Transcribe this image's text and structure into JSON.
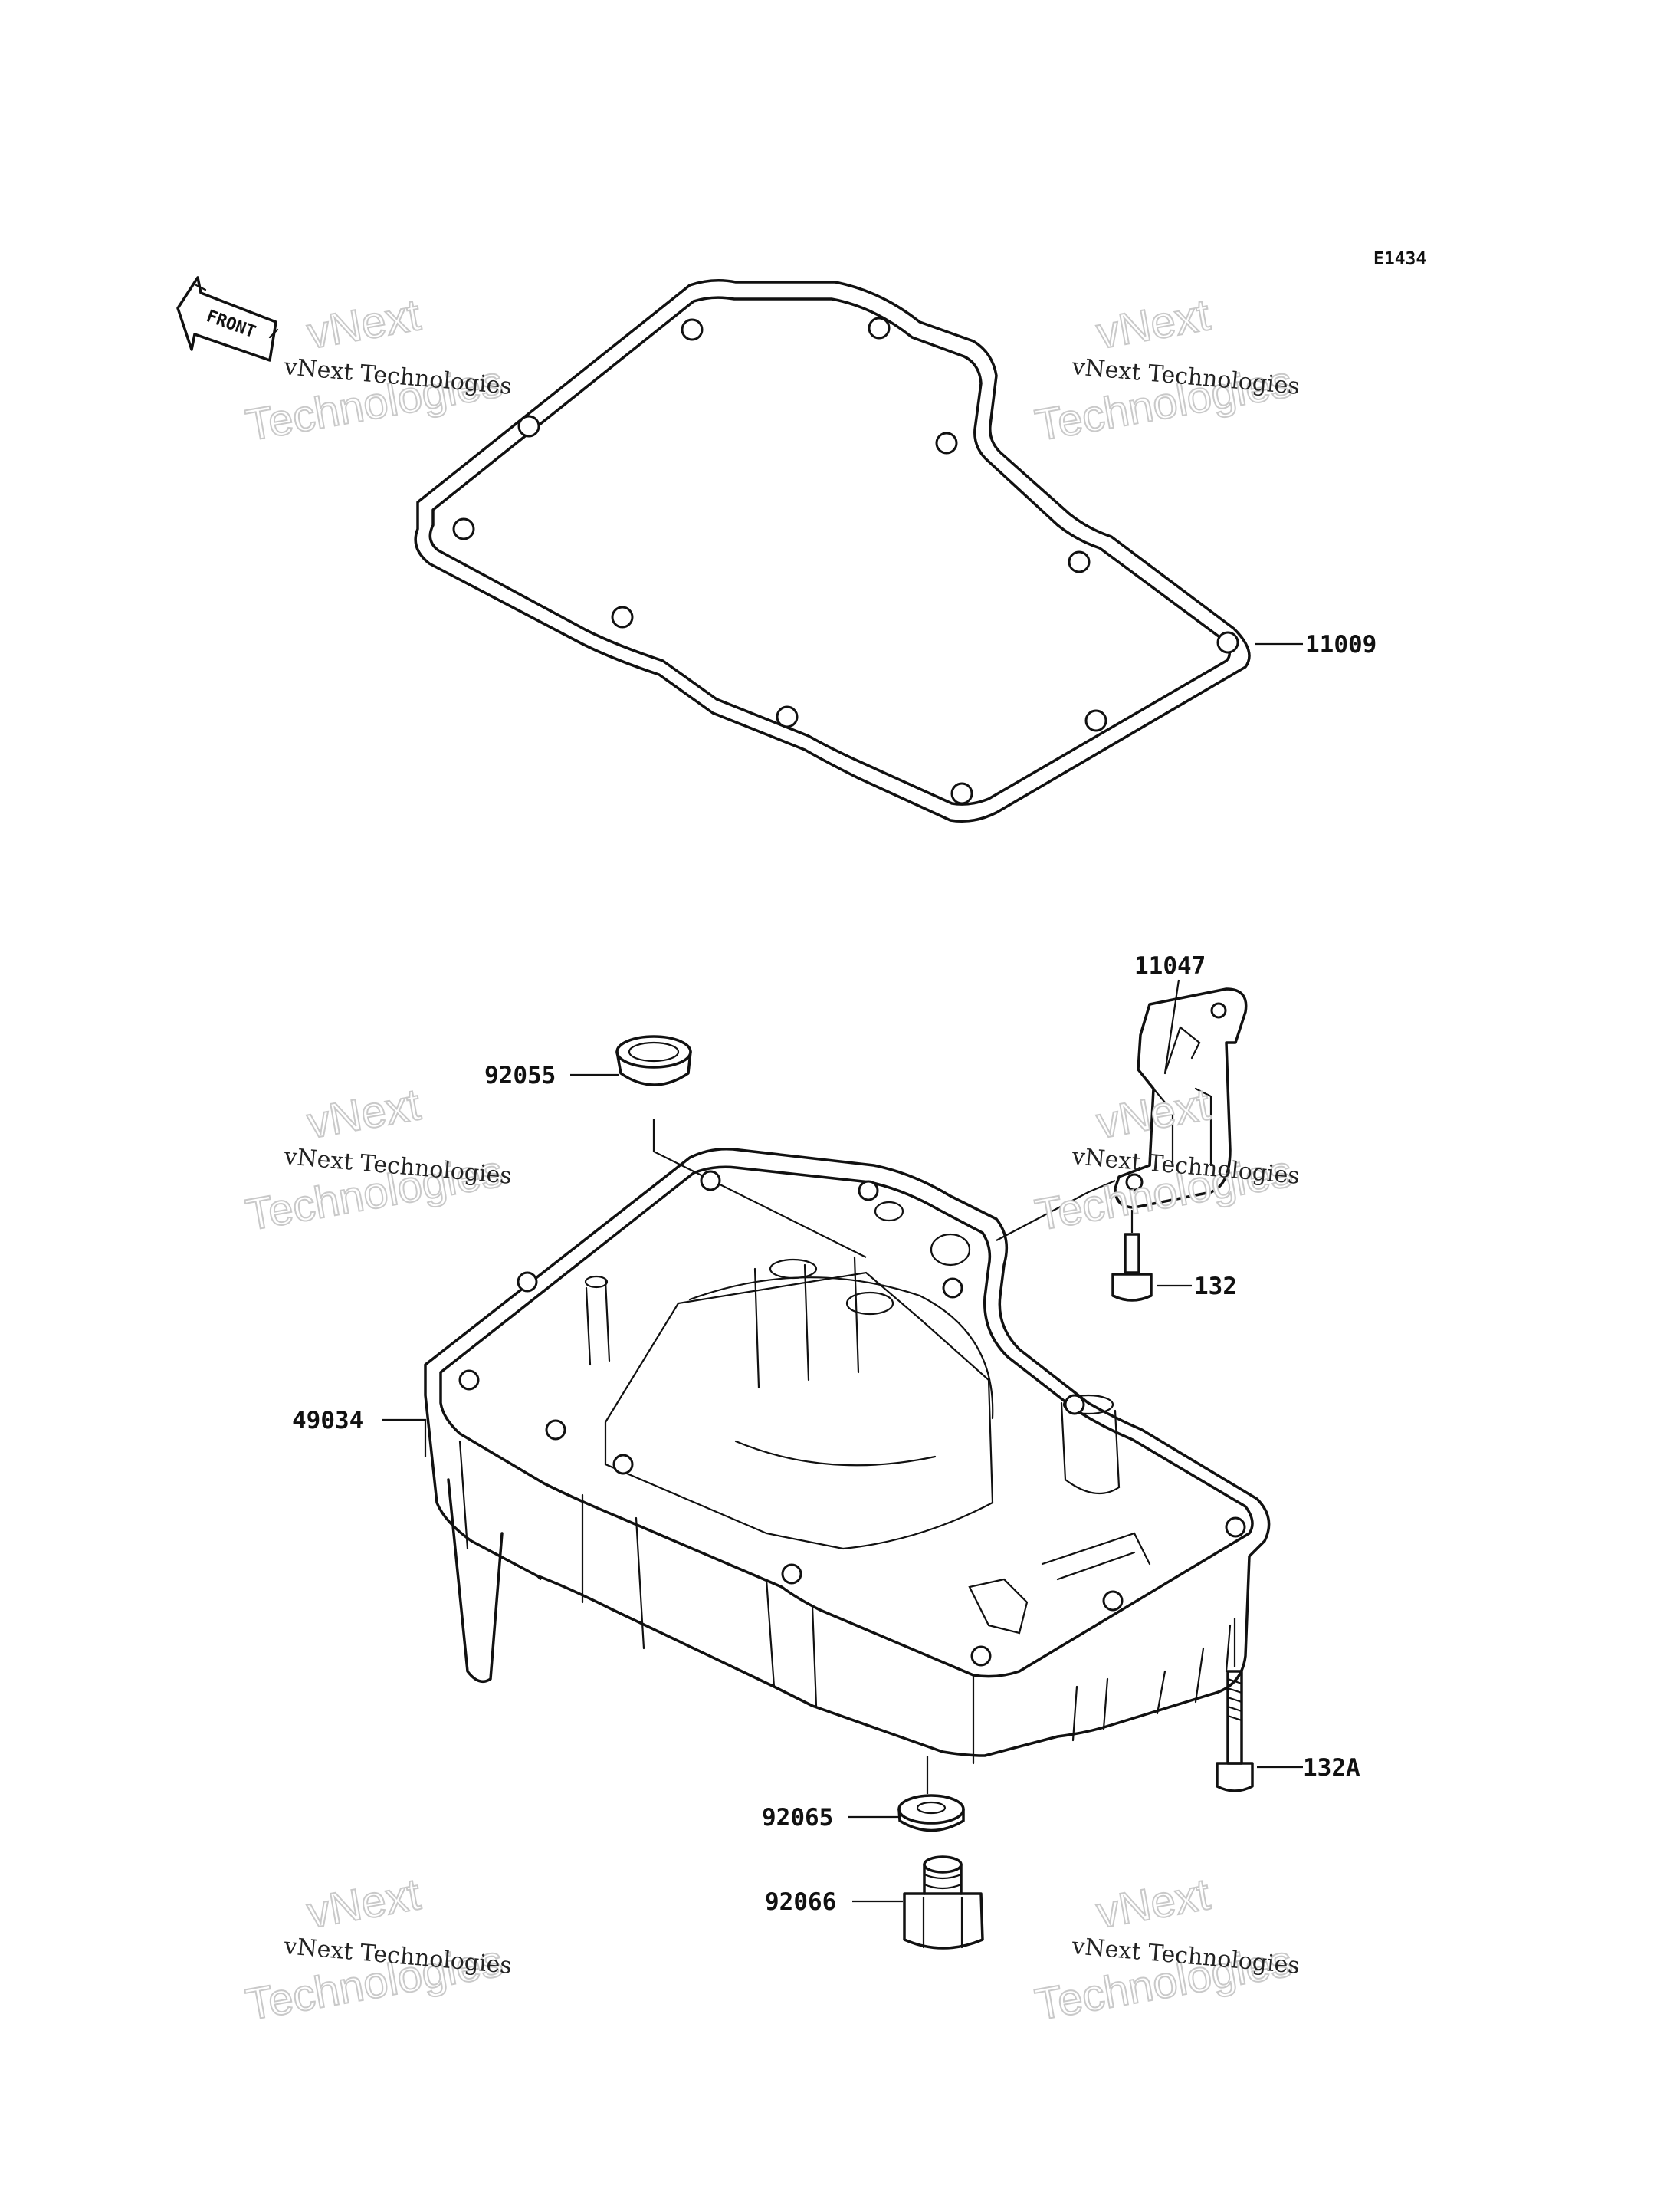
{
  "diagram_code": "E1434",
  "front_label": "FRONT",
  "watermark": {
    "line_small": "vNext Technologies",
    "line_big_1": "vNext",
    "line_big_2": "Technologies"
  },
  "callouts": [
    {
      "id": "gasket",
      "part_no": "11009"
    },
    {
      "id": "bracket",
      "part_no": "11047"
    },
    {
      "id": "cap",
      "part_no": "92055"
    },
    {
      "id": "bolt-short",
      "part_no": "132"
    },
    {
      "id": "oil-pan",
      "part_no": "49034"
    },
    {
      "id": "bolt-long",
      "part_no": "132A"
    },
    {
      "id": "washer",
      "part_no": "92065"
    },
    {
      "id": "drain-plug",
      "part_no": "92066"
    }
  ]
}
